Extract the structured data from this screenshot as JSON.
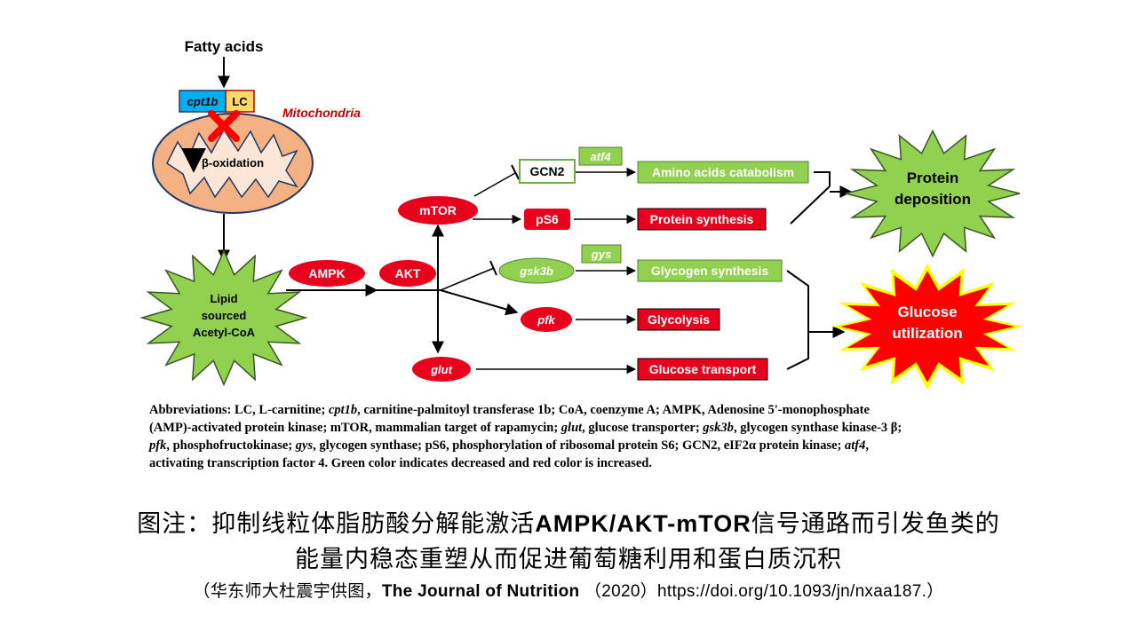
{
  "colors": {
    "red": "#e8001c",
    "green": "#92d050",
    "mito_fill": "#f4b183",
    "cpt_fill": "#00b0f0",
    "lc_fill": "#ffd966",
    "mito_label": "#c00000",
    "yellow_glow": "#ffff00"
  },
  "nodes": {
    "fatty_acids": "Fatty acids",
    "cpt1b": "cpt1b",
    "lc": "LC",
    "mitochondria": "Mitochondria",
    "beta_oxidation": "β-oxidation",
    "lipid_line1": "Lipid",
    "lipid_line2": "sourced",
    "lipid_line3": "Acetyl-CoA",
    "ampk": "AMPK",
    "akt": "AKT",
    "mtor": "mTOR",
    "gcn2": "GCN2",
    "atf4": "atf4",
    "amino_acids": "Amino acids catabolism",
    "ps6": "pS6",
    "protein_synthesis": "Protein synthesis",
    "gsk3b": "gsk3b",
    "gys": "gys",
    "glycogen_synthesis": "Glycogen synthesis",
    "pfk": "pfk",
    "glycolysis": "Glycolysis",
    "glut": "glut",
    "glucose_transport": "Glucose transport",
    "protein_dep_line1": "Protein",
    "protein_dep_line2": "deposition",
    "glucose_util_line1": "Glucose",
    "glucose_util_line2": "utilization"
  },
  "abbreviations": {
    "l1a": "Abbreviations: LC, L-carnitine; ",
    "l1b": "cpt1b",
    "l1c": ", carnitine-palmitoyl transferase 1b; CoA, coenzyme A; AMPK, Adenosine 5'-monophosphate",
    "l2a": "(AMP)-activated protein kinase; mTOR, mammalian target of rapamycin; ",
    "l2b": "glut",
    "l2c": ", glucose transporter; ",
    "l2d": "gsk3b",
    "l2e": ", glycogen synthase kinase-3 β;",
    "l3a": "pfk",
    "l3b": ", phosphofructokinase; ",
    "l3c": "gys",
    "l3d": ", glycogen synthase; pS6, phosphorylation of ribosomal protein S6; GCN2, eIF2α protein kinase; ",
    "l3e": "atf4",
    "l3f": ",",
    "l4": "activating transcription factor 4. Green color indicates decreased and red color is increased."
  },
  "caption": {
    "line1a": "图注：抑制线粒体脂肪酸分解能激活",
    "line1b": "AMPK/AKT-mTOR",
    "line1c": "信号通路而引发鱼类的",
    "line2": "能量内稳态重塑从而促进葡萄糖利用和蛋白质沉积",
    "line3a": "（华东师大杜震宇供图，",
    "line3b": "The Journal of Nutrition",
    "line3c": " （2020）https://doi.org/10.1093/jn/nxaa187.）"
  }
}
